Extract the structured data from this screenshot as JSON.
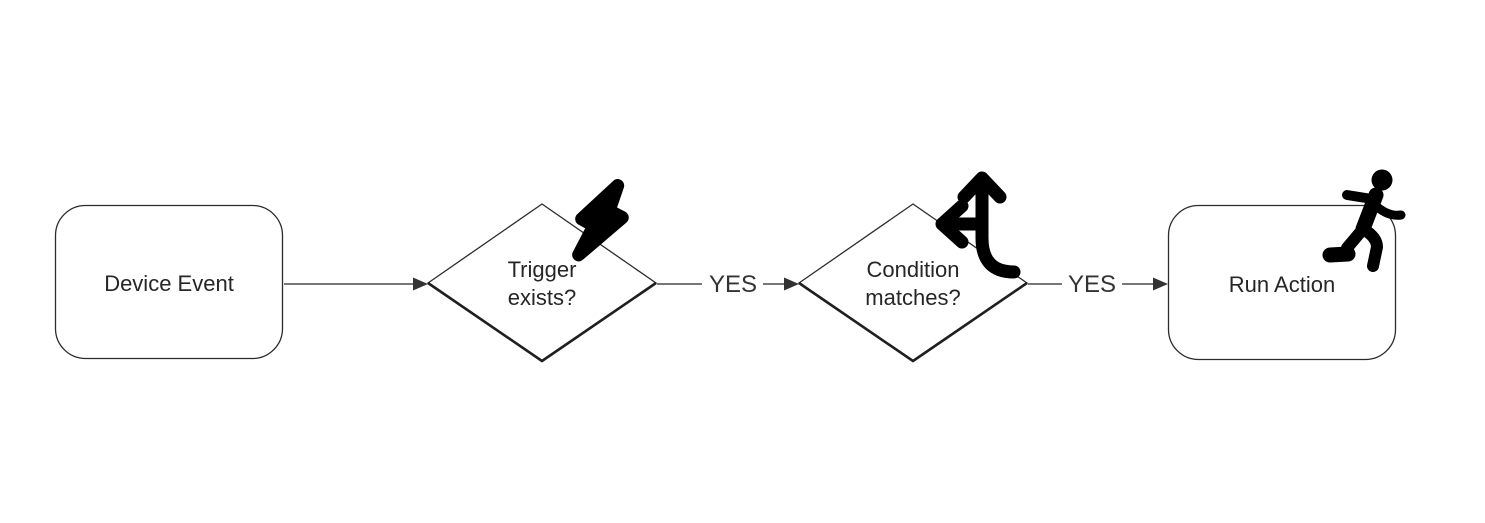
{
  "diagram": {
    "type": "flowchart-horizontal",
    "background_color": "#ffffff",
    "shape_stroke_color": "#2b2b2b",
    "edge_color": "#4a4a4a",
    "text_color": "#262626",
    "icon_color": "#000000",
    "nodes": [
      {
        "id": "device-event",
        "shape": "rounded-rectangle",
        "label": "Device Event"
      },
      {
        "id": "trigger-exists",
        "shape": "diamond",
        "label": "Trigger exists?",
        "line1": "Trigger",
        "line2": "exists?",
        "icon": "lightning-bolt-icon"
      },
      {
        "id": "condition-matches",
        "shape": "diamond",
        "label": "Condition matches?",
        "line1": "Condition",
        "line2": "matches?",
        "icon": "branch-arrows-icon"
      },
      {
        "id": "run-action",
        "shape": "rounded-rectangle",
        "label": "Run Action",
        "icon": "runner-icon"
      }
    ],
    "edges": [
      {
        "from": "device-event",
        "to": "trigger-exists",
        "label": ""
      },
      {
        "from": "trigger-exists",
        "to": "condition-matches",
        "label": "YES"
      },
      {
        "from": "condition-matches",
        "to": "run-action",
        "label": "YES"
      }
    ]
  }
}
